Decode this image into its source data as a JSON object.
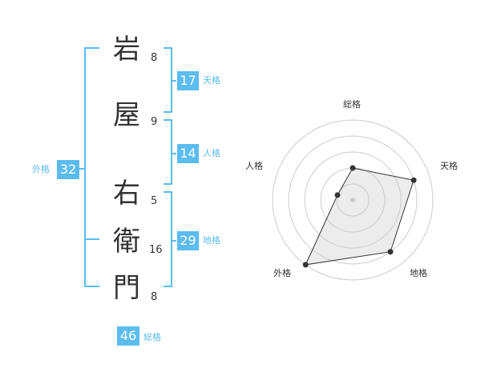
{
  "characters": [
    {
      "glyph": "岩",
      "strokes": "8"
    },
    {
      "glyph": "屋",
      "strokes": "9"
    },
    {
      "glyph": "右",
      "strokes": "5"
    },
    {
      "glyph": "衛",
      "strokes": "16"
    },
    {
      "glyph": "門",
      "strokes": "8"
    }
  ],
  "fortune": {
    "tenkaku": {
      "value": "17",
      "label": "天格"
    },
    "jinkaku": {
      "value": "14",
      "label": "人格"
    },
    "chikaku": {
      "value": "29",
      "label": "地格"
    },
    "gaikaku": {
      "value": "32",
      "label": "外格"
    },
    "soukaku": {
      "value": "46",
      "label": "総格"
    }
  },
  "colors": {
    "accent": "#5bbcf0",
    "text": "#333333",
    "grid": "#cccccc",
    "fill": "#eeeeee"
  },
  "chart_data": {
    "type": "radar",
    "axes": [
      "総格",
      "天格",
      "地格",
      "外格",
      "人格"
    ],
    "levels": 5,
    "values": [
      2,
      4,
      4,
      5,
      1
    ],
    "max": 5
  }
}
